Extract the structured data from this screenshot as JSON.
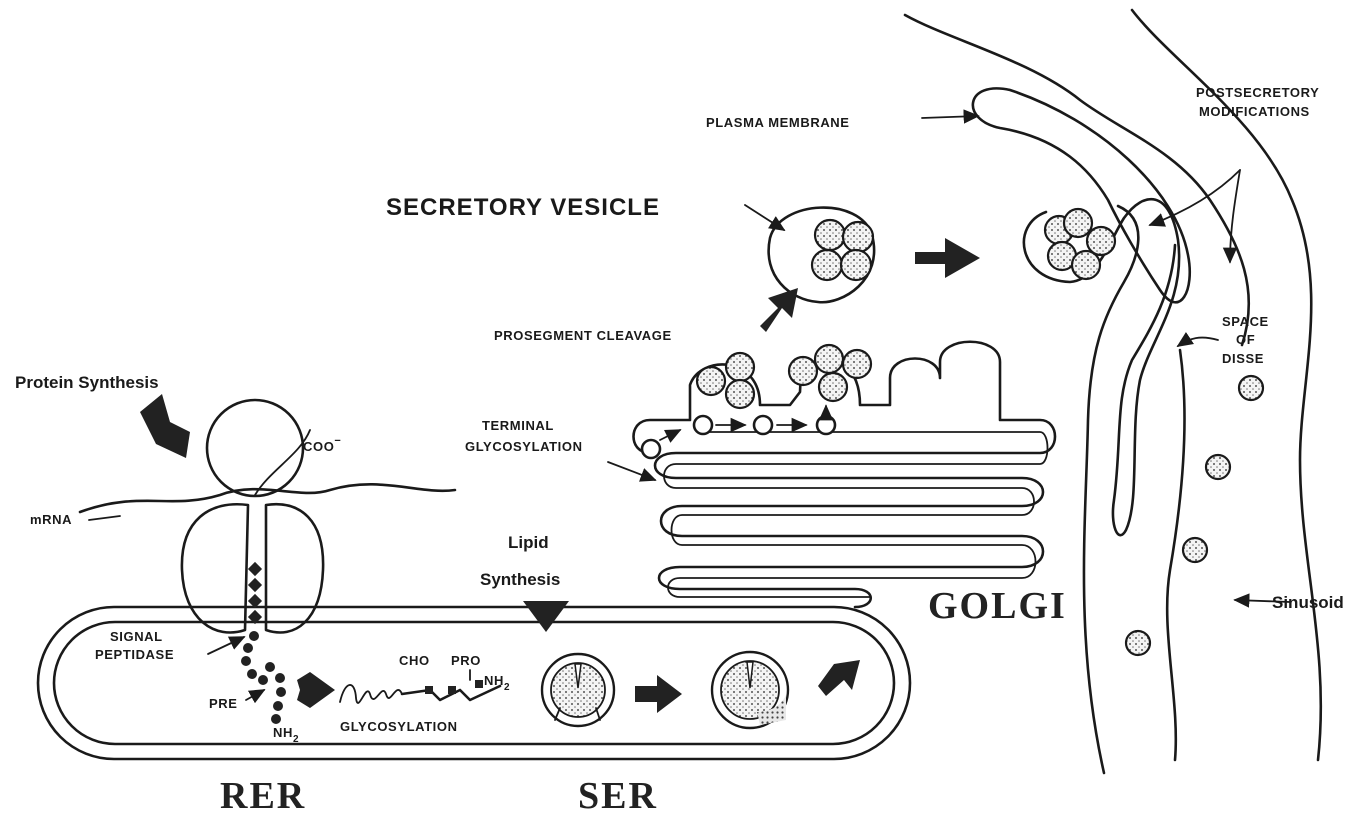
{
  "labels": {
    "protein_synthesis": "Protein Synthesis",
    "coo": "COO",
    "coo_charge": "−",
    "mrna": "mRNA",
    "signal_peptidase_1": "SIGNAL",
    "signal_peptidase_2": "PEPTIDASE",
    "pre": "PRE",
    "nh2": "NH",
    "nh2_sub": "2",
    "glycosylation": "GLYCOSYLATION",
    "cho": "CHO",
    "pro": "PRO",
    "nh2_b": "NH",
    "nh2_b_sub": "2",
    "lipid_synthesis_1": "Lipid",
    "lipid_synthesis_2": "Synthesis",
    "rer": "RER",
    "ser": "SER",
    "golgi": "GOLGI",
    "terminal_glycosylation_1": "TERMINAL",
    "terminal_glycosylation_2": "GLYCOSYLATION",
    "prosegment_cleavage": "PROSEGMENT CLEAVAGE",
    "secretory_vesicle": "SECRETORY VESICLE",
    "plasma_membrane": "PLASMA MEMBRANE",
    "postsecretory_1": "POSTSECRETORY",
    "postsecretory_2": "MODIFICATIONS",
    "space_of_disse_1": "SPACE",
    "space_of_disse_2": "OF",
    "space_of_disse_3": "DISSE",
    "sinusoid": "Sinusoid"
  }
}
